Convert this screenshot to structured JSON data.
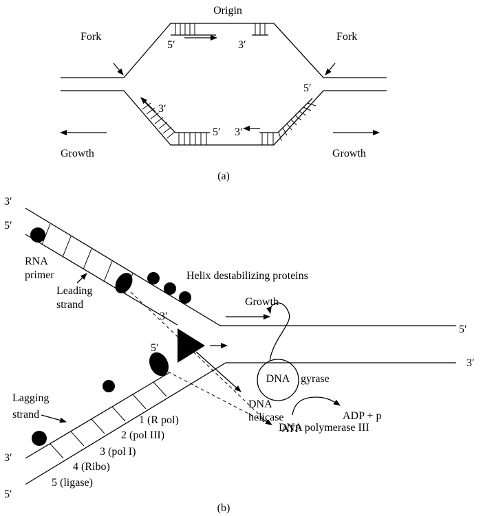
{
  "panel_a": {
    "origin": "Origin",
    "fork_left": "Fork",
    "fork_right": "Fork",
    "top_5": "5′",
    "top_3": "3′",
    "bottom_left_3": "3′",
    "bottom_mid_5": "5′",
    "bottom_mid_3": "3′",
    "bottom_right_5": "5′",
    "growth_left": "Growth",
    "growth_right": "Growth",
    "caption": "(a)"
  },
  "panel_b": {
    "end_top_left_3": "3′",
    "end_top_left_5": "5′",
    "end_right_5": "5′",
    "end_right_3": "3′",
    "end_bottom_left_3": "3′",
    "end_bottom_left_5": "5′",
    "leading_3": "3′",
    "lagging_5": "5′",
    "rna_primer_1": "RNA",
    "rna_primer_2": "primer",
    "leading_strand_1": "Leading",
    "leading_strand_2": "strand",
    "helix_proteins": "Helix destabilizing proteins",
    "growth": "Growth",
    "dna_helicase_1": "DNA",
    "dna_helicase_2": "helicase",
    "dna_gyrase_dna": "DNA",
    "dna_gyrase_word": "gyrase",
    "atp": "ATP",
    "adp": "ADP + p",
    "lagging_strand_1": "Lagging",
    "lagging_strand_2": "strand",
    "enzyme_1": "1 (R pol)",
    "enzyme_2": "2 (pol III)",
    "enzyme_3": "3 (pol I)",
    "enzyme_4": "4 (Ribo)",
    "enzyme_5": "5 (ligase)",
    "dna_pol3": "DNA polymerase III",
    "caption": "(b)"
  }
}
